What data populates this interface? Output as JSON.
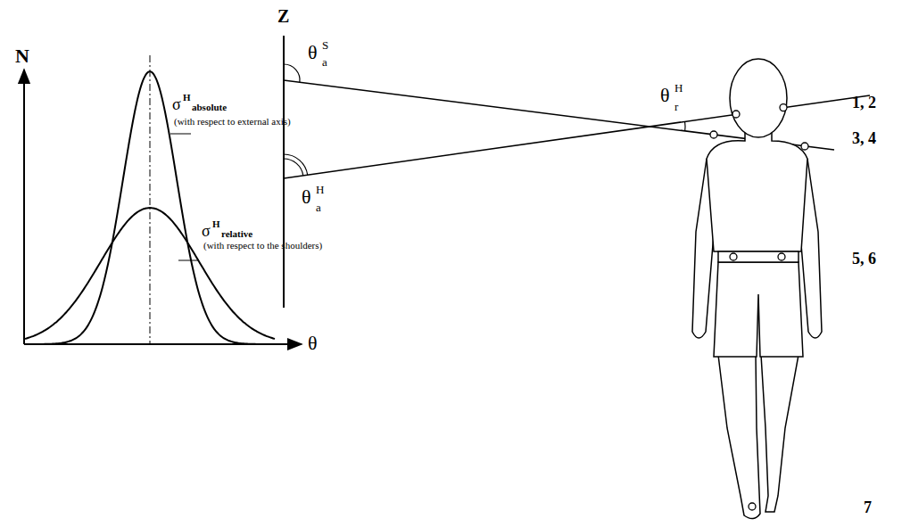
{
  "diagram": {
    "labels": [
      "N",
      "θ",
      "Z",
      "σ",
      "H",
      "absolute",
      "(with respect to external axis)",
      "σ",
      "H",
      "relative",
      "(with respect to the shoulders)",
      "θ",
      "S",
      "a",
      "θ",
      "H",
      "r",
      "θ",
      "H",
      "a",
      "1, 2",
      "3, 4",
      "5, 6",
      "7"
    ]
  }
}
